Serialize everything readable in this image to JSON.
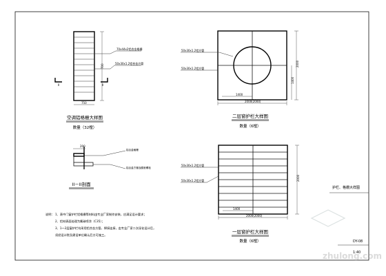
{
  "drawings": {
    "ac_louver": {
      "title": "空调铝格栅大样图",
      "qty": "数量（32樘）",
      "callout_a": "70x44x2铝合金格栅",
      "callout_b": "50x30x1.2铝合金方管",
      "dim_height": "700",
      "dim_width": "750",
      "section_mark": "II"
    },
    "railing2": {
      "title": "二层窗护栏大样图",
      "qty": "数量（6樘）",
      "callout_a": "50x30x1.2铝方管",
      "callout_b": "50x30x1.2铝方管",
      "dim_height": "2000",
      "dim_sub": "1400",
      "dim_half": "1400",
      "dim_total": "2000(2000)"
    },
    "section": {
      "title": "II－II剖面",
      "callout_a": "铝合金格栅",
      "callout_b": "铝合金方管及膨胀螺栓",
      "dim": "200"
    },
    "railing1": {
      "title": "一层窗护栏大样图",
      "qty": "数量（6樘）",
      "callout_a": "50x30x1.2铝方管",
      "callout_b": "50x30x1.2铝方管",
      "dim_height": "2000",
      "dim_half": "1400",
      "dim_total": "2000(2000)"
    }
  },
  "notes": {
    "heading": "说明：",
    "items": [
      "1、表中门窗护栏铝格栅等材料由专业厂家制作安装，应满足设计要求；",
      "2、铝材表面处理为氟碳喷涂（C35）；",
      "3、1～2层窗护栏均采用铝合金方管，焊接连接，由专业厂家二次深化设计后，",
      "     须经设计院及建设单位确认后方可施工。"
    ]
  },
  "title_block": {
    "label": "护栏、格栅大样图",
    "sheet_no": "DY-08",
    "scale": "1:40"
  },
  "watermark": "zhulong.com"
}
